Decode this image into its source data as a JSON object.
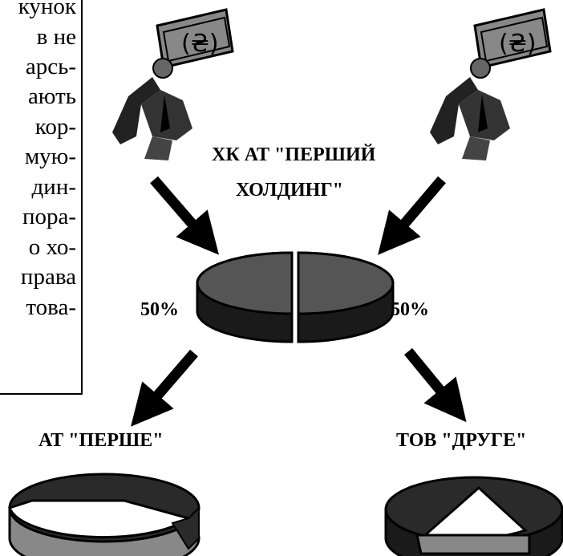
{
  "text_fragments": [
    "кунок",
    "в не",
    "арсь-",
    "ають",
    "кор-",
    "мую-",
    "дин-",
    "пора-",
    "о хо-",
    "права",
    "това-"
  ],
  "holding": {
    "line1": "ХК АТ \"ПЕРШИЙ",
    "line2": "ХОЛДИНГ\"",
    "share_left": "50%",
    "share_right": "50%"
  },
  "sub_left": {
    "label": "АТ \"ПЕРШЕ\""
  },
  "sub_right": {
    "label": "ТОВ \"ДРУГЕ\""
  },
  "colors": {
    "dark": "#2a2a2a",
    "mid": "#8a8a8a",
    "light": "#ffffff",
    "line": "#000000"
  }
}
